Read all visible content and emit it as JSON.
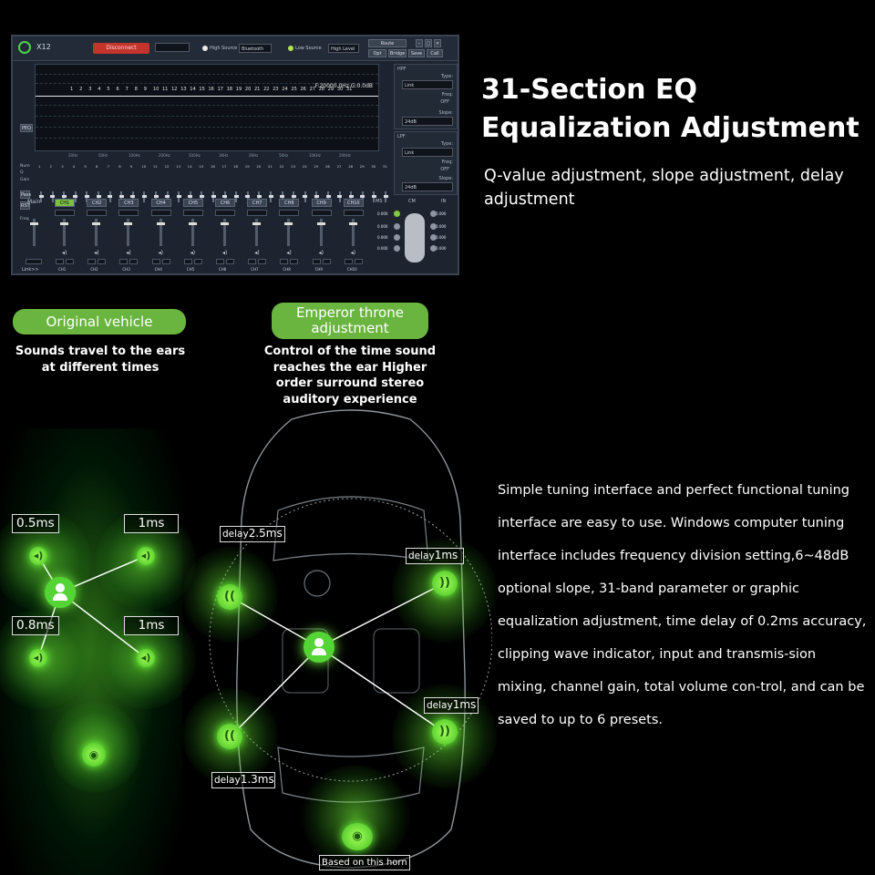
{
  "app": {
    "name": "X12",
    "disconnect": "Disconnect",
    "high_source": "High Source",
    "bluetooth": "Bluetooth",
    "low_source": "Low Source",
    "high_level": "High Level",
    "route": "Route",
    "opt": "Opt",
    "bridge": "Bridge",
    "save": "Save",
    "call": "Call",
    "freq_readout": "F:20000.0Hz  G:0.0dB",
    "peq": "PEQ",
    "pass": "Pass",
    "rst": "RST",
    "main": "Main",
    "link": "Link>>",
    "ms": "MS",
    "cm": "CM",
    "in": "IN",
    "hpf": "HPF",
    "lpf": "LPF",
    "type_label": "Type:",
    "type_value": "Link",
    "freq_label": "Freq:",
    "slope_label": "Slope:",
    "slope_value": "24dB",
    "off": "OFF",
    "row_labels": [
      "Num",
      "Q",
      "Gain",
      "Freq"
    ],
    "bands": [
      "1",
      "2",
      "3",
      "4",
      "5",
      "6",
      "7",
      "8",
      "9",
      "10",
      "11",
      "12",
      "13",
      "14",
      "15",
      "16",
      "17",
      "18",
      "19",
      "20",
      "21",
      "22",
      "23",
      "24",
      "25",
      "26",
      "27",
      "28",
      "29",
      "30",
      "31"
    ],
    "channels": [
      "CH1",
      "CH2",
      "CH3",
      "CH4",
      "CH5",
      "CH6",
      "CH7",
      "CH8",
      "CH9",
      "CH10"
    ],
    "delay_values": [
      "0.000",
      "0.000",
      "0.000",
      "0.000",
      "0.000",
      "0.000",
      "0.000",
      "0.000"
    ],
    "graph_x_labels": [
      "20Hz",
      "50Hz",
      "100Hz",
      "200Hz",
      "500Hz",
      "1KHz",
      "2KHz",
      "5KHz",
      "10KHz",
      "20KHz"
    ]
  },
  "heading": {
    "line1": "31-Section EQ",
    "line2": "Equalization Adjustment",
    "subtitle": "Q-value adjustment, slope adjustment, delay adjustment"
  },
  "original": {
    "pill": "Original vehicle",
    "caption": "Sounds travel to the ears at different times",
    "tags": [
      "0.5ms",
      "1ms",
      "0.8ms",
      "1ms"
    ]
  },
  "throne": {
    "pill": "Emperor throne adjustment",
    "caption": "Control of the time sound reaches the ear Higher order surround stereo auditory experience",
    "tags": [
      {
        "label": "delay",
        "value": "2.5ms"
      },
      {
        "label": "delay",
        "value": "1ms"
      },
      {
        "label": "delay",
        "value": "1ms"
      },
      {
        "label": "delay",
        "value": "1.3ms"
      }
    ],
    "horn_caption": "Based on this horn"
  },
  "description": "Simple tuning interface and perfect functional tuning interface are easy to use. Windows computer tuning interface includes frequency division setting,6~48dB optional slope, 31-band parameter or graphic equalization adjustment, time delay of 0.2ms accuracy, clipping wave indicator, input and transmis-sion mixing, channel gain, total volume con-trol, and can be saved to up to 6 presets."
}
